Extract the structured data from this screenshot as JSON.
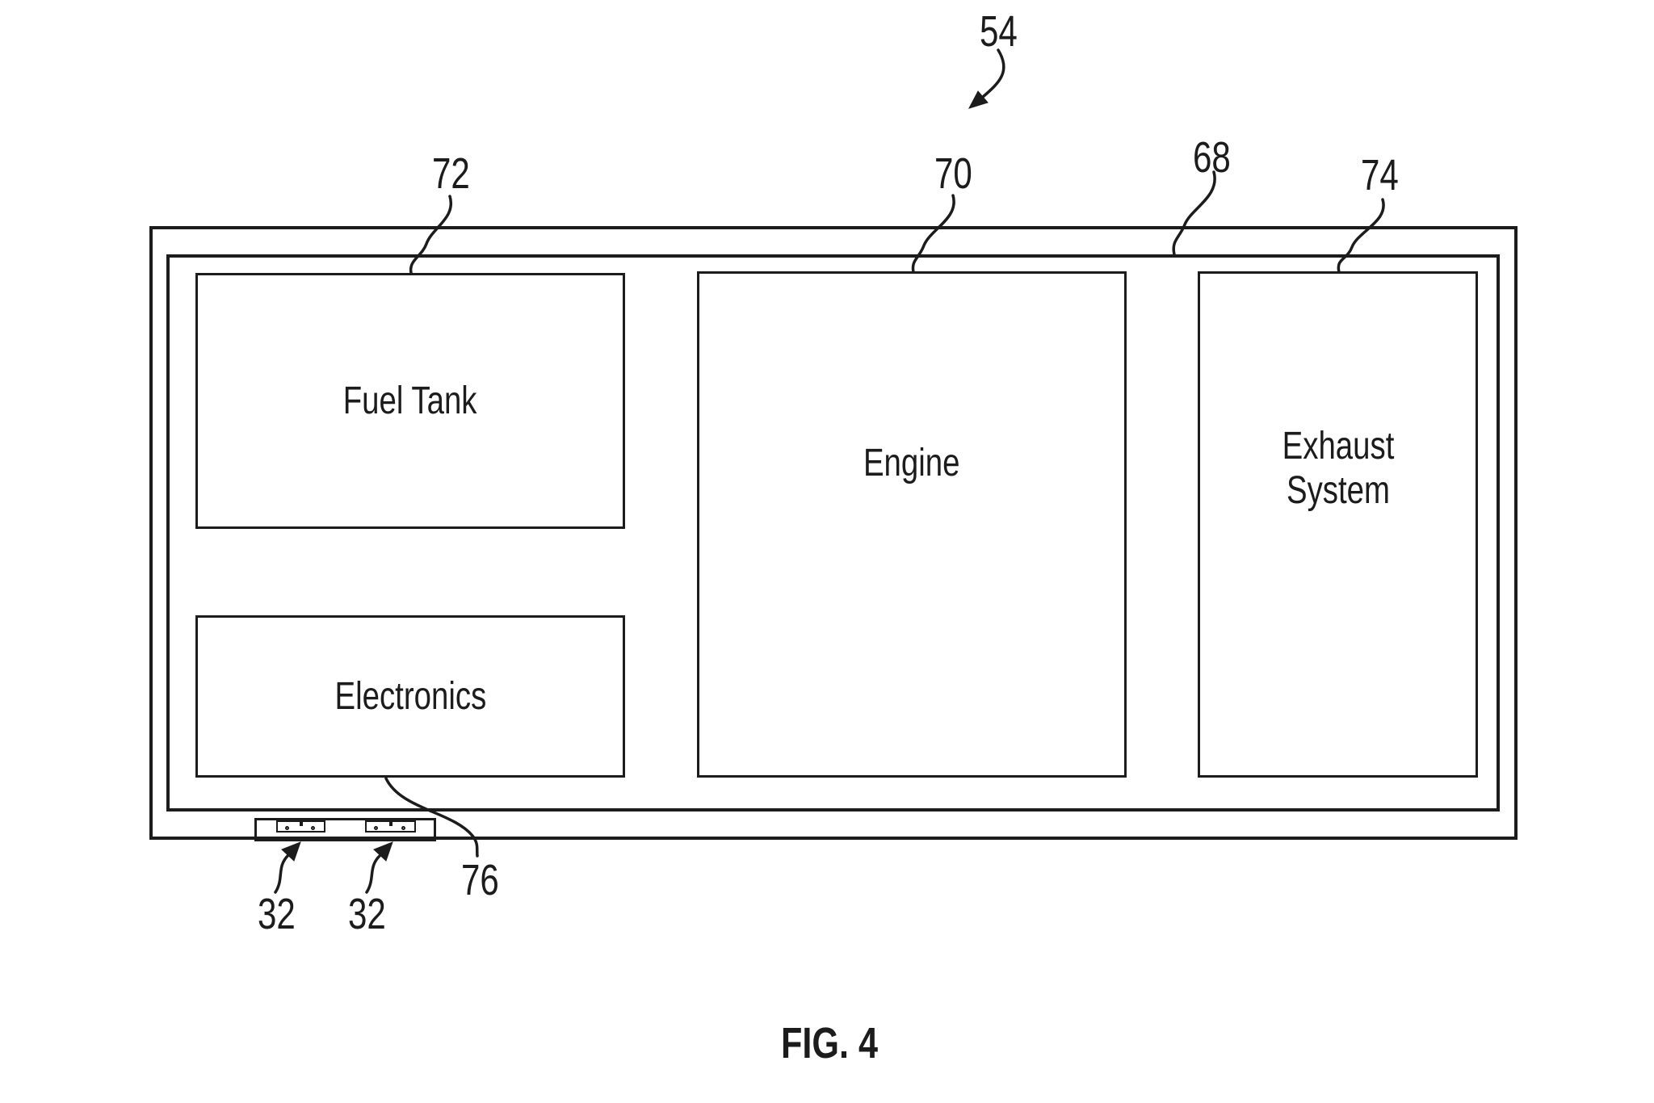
{
  "figure": {
    "caption": "FIG. 4",
    "boxes": {
      "fuel_tank": "Fuel Tank",
      "engine": "Engine",
      "exhaust_system": "Exhaust System",
      "electronics": "Electronics"
    },
    "labels": {
      "assembly": "54",
      "fuel_tank": "72",
      "engine": "70",
      "enclosure": "68",
      "exhaust_system": "74",
      "electronics": "76",
      "port_left": "32",
      "port_right": "32"
    },
    "colors": {
      "ink": "#1c1c1c",
      "background": "#ffffff"
    }
  }
}
